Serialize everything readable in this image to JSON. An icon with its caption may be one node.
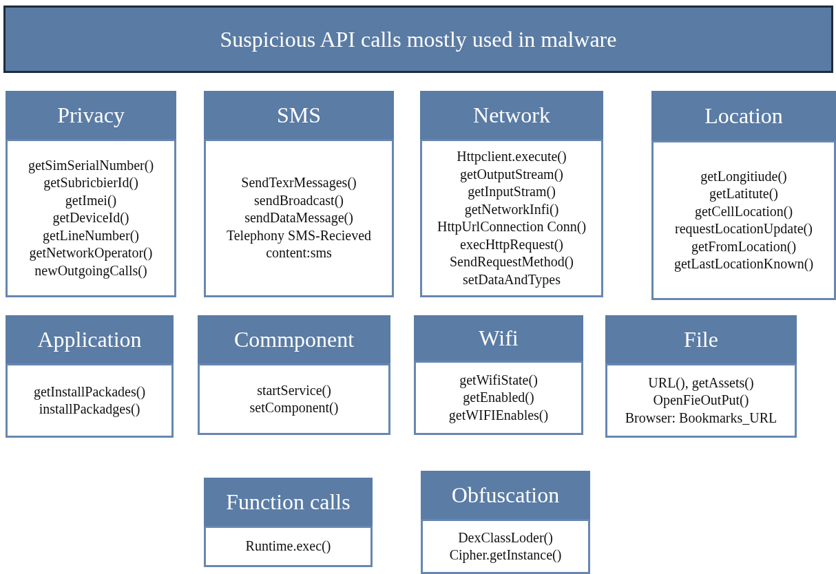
{
  "diagram": {
    "title": "Suspicious API calls mostly used in malware",
    "nodes": [
      {
        "text": [
          "Privacy",
          "getSimSerialNumber()",
          "getSubricbierId()",
          "getImei()",
          "getDeviceId()",
          "getLineNumber()",
          "getNetworkOperator()",
          "newOutgoingCalls()"
        ]
      },
      {
        "text": [
          "SMS",
          "SendTexrMessages()",
          "sendBroadcast()",
          "sendDataMessage()",
          "Telephony SMS-Recieved",
          "content:sms"
        ]
      },
      {
        "text": [
          "Network",
          "Httpclient.execute()",
          "getOutputStream()",
          "getInputStram()",
          "getNetworkInfi()",
          "HttpUrlConnection Conn()",
          "execHttpRequest()",
          "SendRequestMethod()",
          "setDataAndTypes"
        ]
      },
      {
        "text": [
          "Location",
          "getLongitiude()",
          "getLatitute()",
          "getCellLocation()",
          "requestLocationUpdate()",
          "getFromLocation()",
          "getLastLocationKnown()"
        ]
      },
      {
        "text": [
          "Application",
          "getInstallPackades()",
          "installPackadges()"
        ]
      },
      {
        "text": [
          "Commponent",
          "startService()",
          "setComponent()"
        ]
      },
      {
        "text": [
          "Wifi",
          "getWifiState()",
          "getEnabled()",
          "getWIFIEnables()"
        ]
      },
      {
        "text": [
          "File",
          "URL(), getAssets()",
          "OpenFieOutPut()",
          "Browser: Bookmarks_URL"
        ]
      },
      {
        "text": [
          "Function calls",
          "Runtime.exec()"
        ]
      },
      {
        "text": [
          "Obfuscation",
          "DexClassLoder()",
          "Cipher.getInstance()"
        ]
      }
    ]
  }
}
